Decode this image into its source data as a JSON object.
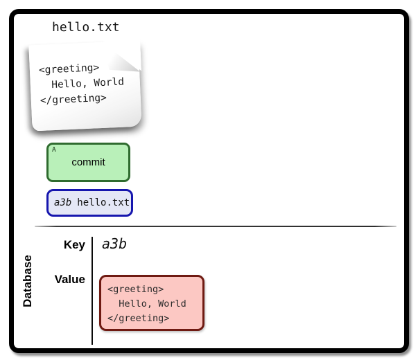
{
  "file": {
    "title": "hello.txt",
    "content": "<greeting>\n  Hello, World\n</greeting>"
  },
  "commit": {
    "tag": "A",
    "label": "commit"
  },
  "blob": {
    "hash": "a3b",
    "filename": "hello.txt"
  },
  "database": {
    "label": "Database",
    "key_label": "Key",
    "key_value": "a3b",
    "value_label": "Value",
    "value_content": "<greeting>\n  Hello, World\n</greeting>"
  },
  "colors": {
    "commit_fill": "#b9f0b9",
    "commit_border": "#2f6b2f",
    "blob_fill": "#e4e7f6",
    "blob_border": "#1616ae",
    "value_fill": "#fcc8c3",
    "value_border": "#6f1a12"
  }
}
